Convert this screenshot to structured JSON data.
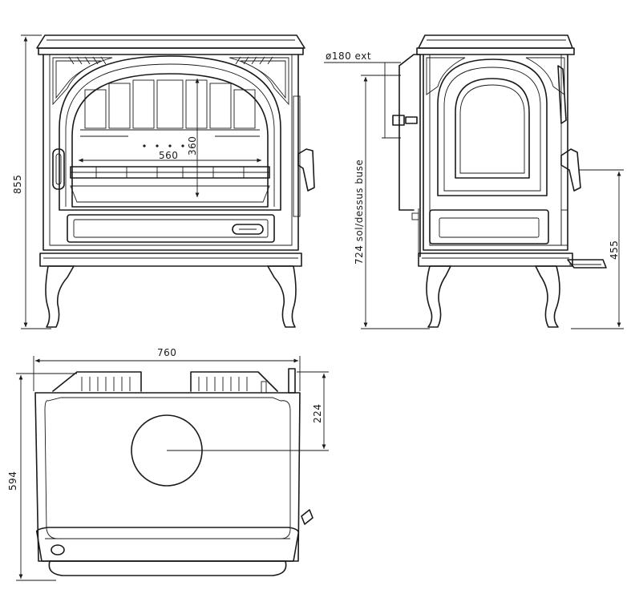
{
  "dimensions": {
    "front_height": "855",
    "inner_width": "560",
    "inner_height": "360",
    "flue_diameter": "ø180 ext",
    "flue_height": "724 sol/dessus buse",
    "handle_height": "455",
    "top_width": "760",
    "top_depth": "594",
    "flue_offset": "224"
  },
  "colors": {
    "line": "#1a1a1a",
    "background": "#ffffff"
  }
}
